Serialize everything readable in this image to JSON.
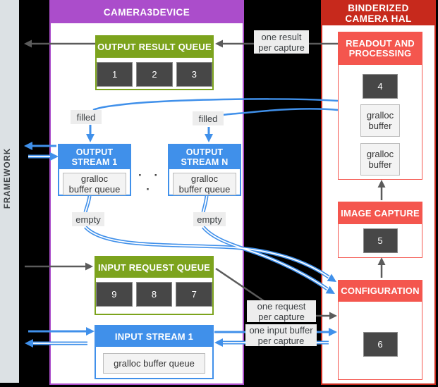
{
  "framework": {
    "label": "FRAMEWORK"
  },
  "camera3device": {
    "title": "CAMERA3DEVICE",
    "output_result_queue": {
      "title": "OUTPUT RESULT QUEUE",
      "items": [
        "1",
        "2",
        "3"
      ]
    },
    "output_stream_1": {
      "title": "OUTPUT\nSTREAM 1",
      "buffer_label": "gralloc\nbuffer queue"
    },
    "output_stream_n": {
      "title": "OUTPUT\nSTREAM N",
      "buffer_label": "gralloc\nbuffer queue"
    },
    "dots": "· · ·",
    "input_request_queue": {
      "title": "INPUT REQUEST QUEUE",
      "items": [
        "9",
        "8",
        "7"
      ]
    },
    "input_stream_1": {
      "title": "INPUT STREAM 1",
      "buffer_label": "gralloc buffer queue"
    }
  },
  "binderized_hal": {
    "title": "BINDERIZED CAMERA HAL",
    "readout": {
      "title": "READOUT AND\nPROCESSING",
      "item": "4",
      "buffers": [
        "gralloc\nbuffer",
        "gralloc\nbuffer"
      ]
    },
    "image_capture": {
      "title": "IMAGE CAPTURE",
      "item": "5"
    },
    "configuration": {
      "title": "CONFIGURATION",
      "item": "6"
    }
  },
  "flow_labels": {
    "filled_1": "filled",
    "filled_2": "filled",
    "empty_1": "empty",
    "empty_2": "empty",
    "one_result": "one result\nper capture",
    "one_request": "one request\nper capture",
    "one_input_buffer": "one input buffer\nper capture"
  },
  "colors": {
    "purple": "#ab4dcb",
    "red": "#c7291c",
    "pink": "#f4564e",
    "green": "#7ca31d",
    "blue": "#4090ea",
    "dark_box": "#474747",
    "dark_arrow": "#5b5b5b",
    "label_bg": "#ededed",
    "framework_strip": "#dce1e4",
    "background": "#000000"
  }
}
